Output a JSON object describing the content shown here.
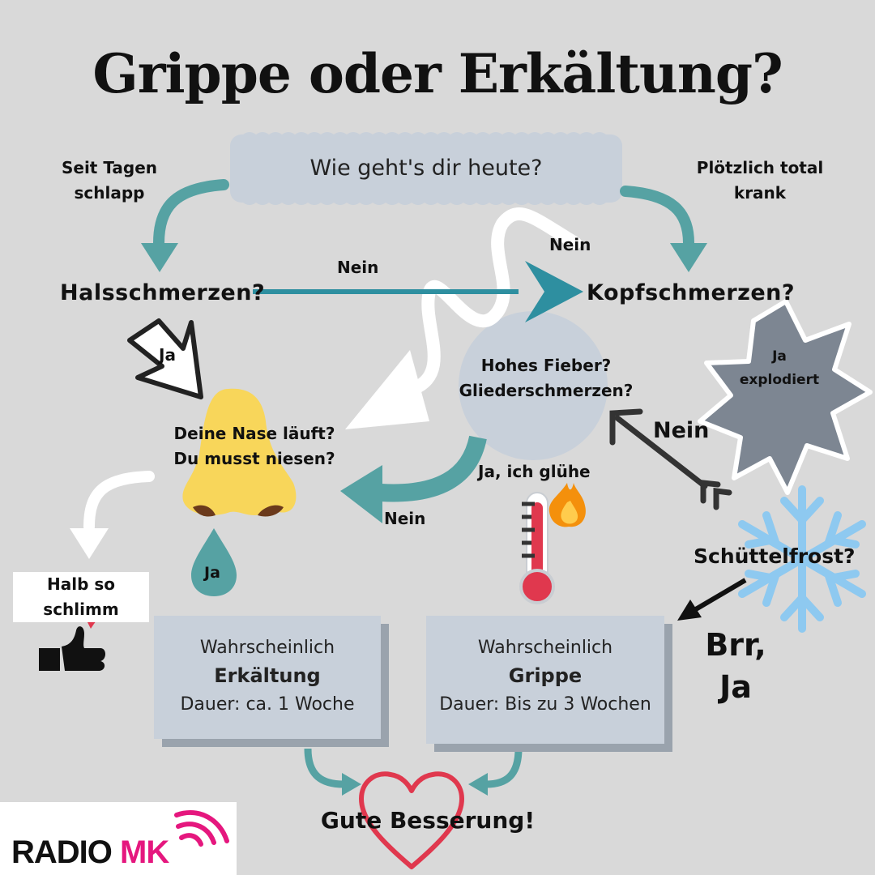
{
  "title": "Grippe oder Erkältung?",
  "start": {
    "question": "Wie geht's dir heute?",
    "left_branch": "Seit Tagen\nschlapp",
    "right_branch": "Plötzlich total\nkrank"
  },
  "questions": {
    "throat": "Halsschmerzen?",
    "headache": "Kopfschmerzen?",
    "fever": "Hohes Fieber?\nGliederschmerzen?",
    "nose": "Deine Nase läuft?\nDu musst niesen?",
    "chills": "Schüttelfrost?"
  },
  "answers": {
    "throat_no": "Nein",
    "throat_yes": "Ja",
    "headache_no": "Nein",
    "headache_yes": "Ja\nexplodiert",
    "chills_no": "Nein",
    "chills_yes": "Brr,\nJa",
    "fever_yes": "Ja, ich glühe",
    "fever_no": "Nein",
    "nose_yes": "Ja"
  },
  "mild_note": "Halb so\nschlimm",
  "results": {
    "cold": {
      "line1": "Wahrscheinlich",
      "name": "Erkältung",
      "duration": "Dauer: ca. 1 Woche"
    },
    "flu": {
      "line1": "Wahrscheinlich",
      "name": "Grippe",
      "duration": "Dauer: Bis zu 3 Wochen"
    }
  },
  "closing": "Gute Besserung!",
  "logo": {
    "word1": "RADIO",
    "word2": "MK"
  },
  "icons": [
    "nose-icon",
    "drop-icon",
    "thermometer-icon",
    "flame-icon",
    "snowflake-icon",
    "explosion-icon",
    "thumbs-up-icon",
    "heart-icon",
    "radio-waves-icon"
  ],
  "colors": {
    "background": "#d9d9d9",
    "teal": "#56a2a3",
    "box": "#c8d0da",
    "box_shadow": "#9aa3ad",
    "heart": "#e0384e",
    "brand": "#e5177e",
    "snowflake": "#8ec9f0",
    "explosion": "#7d8692",
    "nose": "#f8d65a"
  }
}
